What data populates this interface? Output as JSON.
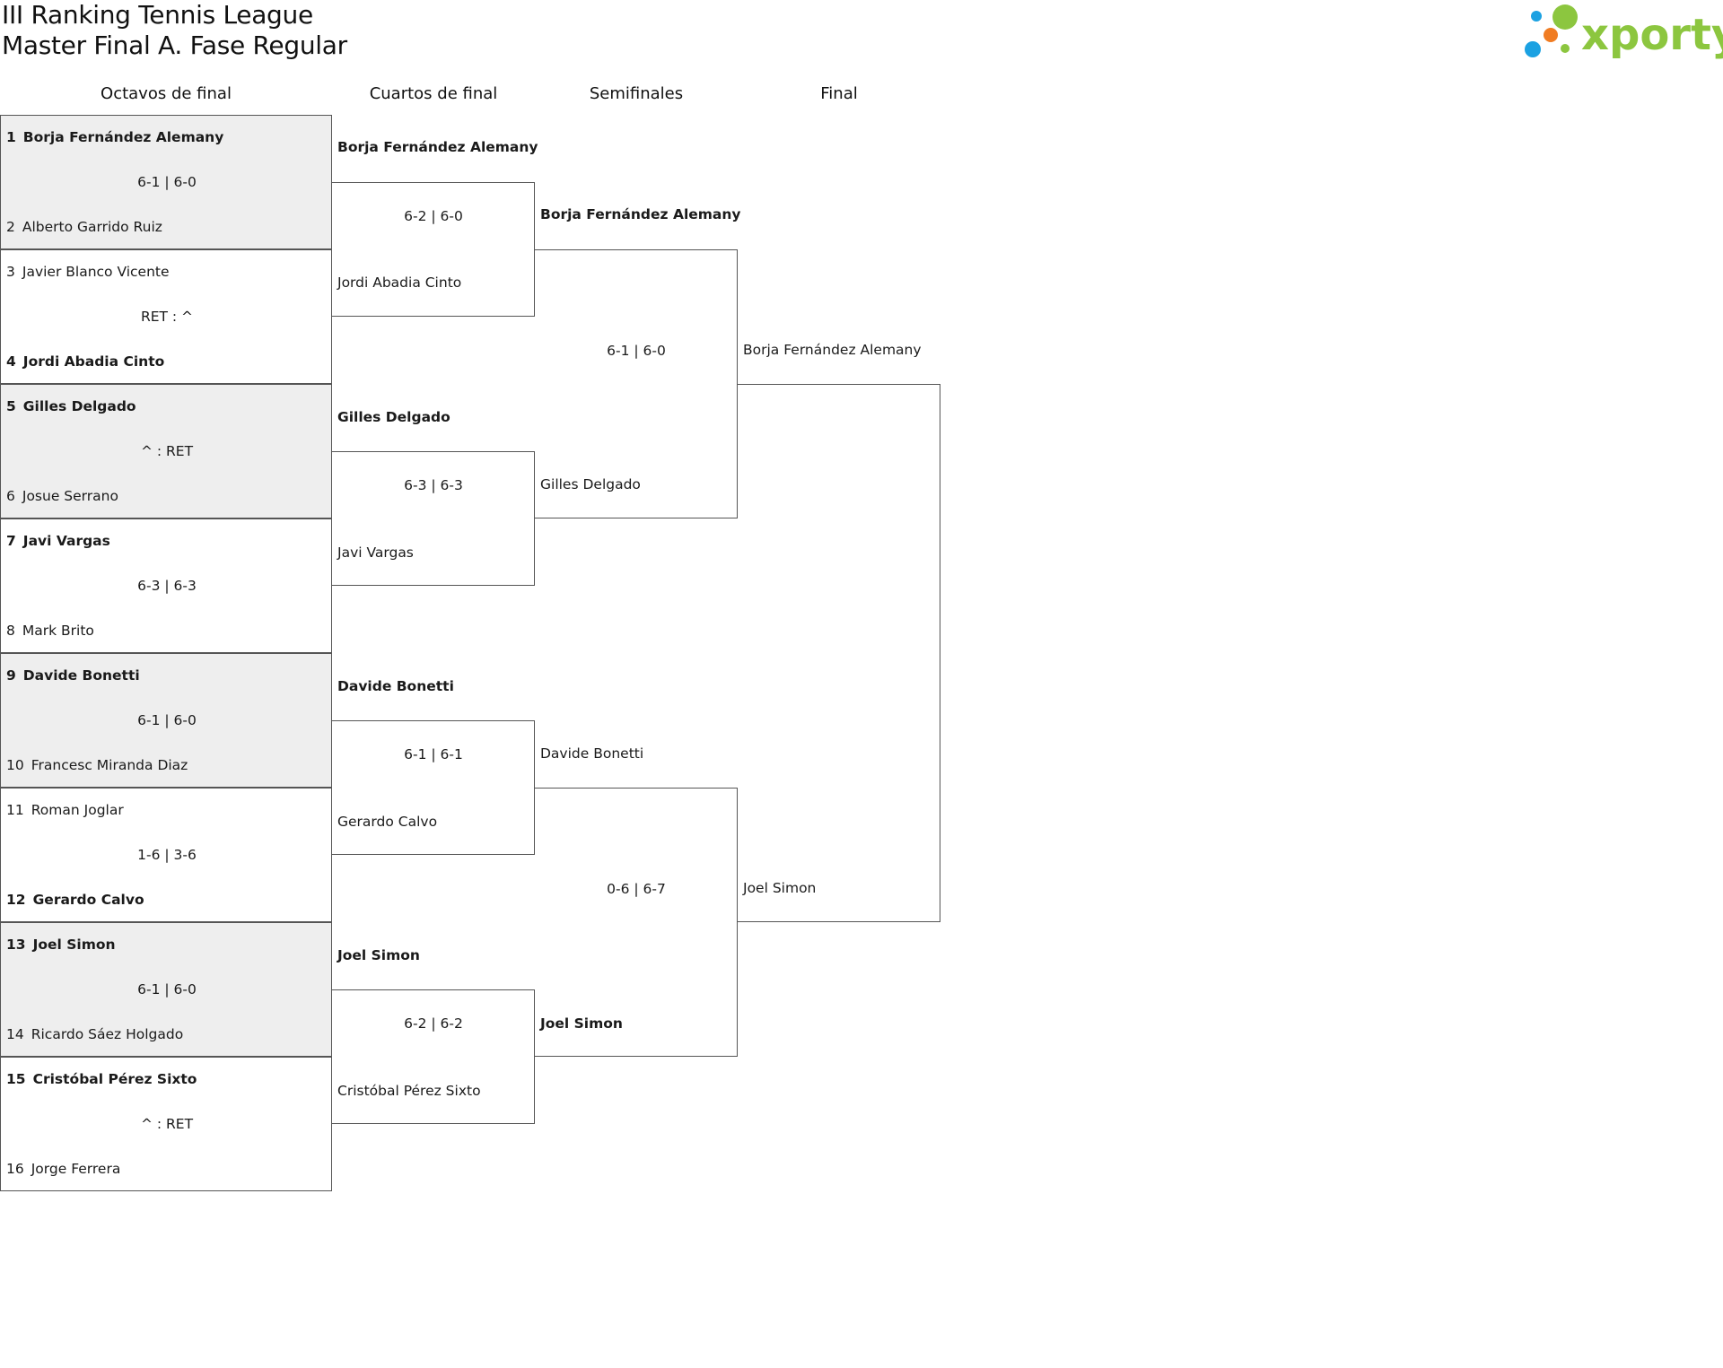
{
  "header": {
    "title_line_1": "III Ranking Tennis League",
    "title_line_2": "Master Final A. Fase Regular",
    "logo_text": "xporty"
  },
  "colors": {
    "logo_green": "#8cc63f",
    "logo_blue": "#1ba1e2",
    "logo_orange": "#f07c22",
    "shade": "#eeeeee",
    "line": "#555555"
  },
  "rounds": [
    "Octavos de final",
    "Cuartos de final",
    "Semifinales",
    "Final"
  ],
  "octavos": [
    {
      "top_seed": "1",
      "top": "Borja Fernández Alemany",
      "score": "6-1 | 6-0",
      "bottom_seed": "2",
      "bottom": "Alberto Garrido Ruiz"
    },
    {
      "top_seed": "3",
      "top": "Javier Blanco Vicente",
      "score": "RET : ^",
      "bottom_seed": "4",
      "bottom": "Jordi Abadia Cinto"
    },
    {
      "top_seed": "5",
      "top": "Gilles Delgado",
      "score": "^ : RET",
      "bottom_seed": "6",
      "bottom": "Josue Serrano"
    },
    {
      "top_seed": "7",
      "top": "Javi Vargas",
      "score": "6-3 | 6-3",
      "bottom_seed": "8",
      "bottom": "Mark Brito"
    },
    {
      "top_seed": "9",
      "top": "Davide Bonetti",
      "score": "6-1 | 6-0",
      "bottom_seed": "10",
      "bottom": "Francesc Miranda Diaz"
    },
    {
      "top_seed": "11",
      "top": "Roman Joglar",
      "score": "1-6 | 3-6",
      "bottom_seed": "12",
      "bottom": "Gerardo Calvo"
    },
    {
      "top_seed": "13",
      "top": "Joel Simon",
      "score": "6-1 | 6-0",
      "bottom_seed": "14",
      "bottom": "Ricardo Sáez Holgado"
    },
    {
      "top_seed": "15",
      "top": "Cristóbal Pérez Sixto",
      "score": "^ : RET",
      "bottom_seed": "16",
      "bottom": "Jorge Ferrera"
    }
  ],
  "cuartos": [
    {
      "top": "Borja Fernández Alemany",
      "score": "6-2 | 6-0",
      "bottom": "Jordi Abadia Cinto"
    },
    {
      "top": "Gilles Delgado",
      "score": "6-3 | 6-3",
      "bottom": "Javi Vargas"
    },
    {
      "top": "Davide Bonetti",
      "score": "6-1 | 6-1",
      "bottom": "Gerardo Calvo"
    },
    {
      "top": "Joel Simon",
      "score": "6-2 | 6-2",
      "bottom": "Cristóbal Pérez Sixto"
    }
  ],
  "semifinales": [
    {
      "top": "Borja Fernández Alemany",
      "score": "6-1 | 6-0",
      "bottom": "Gilles Delgado"
    },
    {
      "top": "Davide Bonetti",
      "score": "0-6 | 6-7",
      "bottom": "Joel Simon"
    }
  ],
  "final": {
    "top": "Borja Fernández Alemany",
    "bottom": "Joel Simon"
  }
}
